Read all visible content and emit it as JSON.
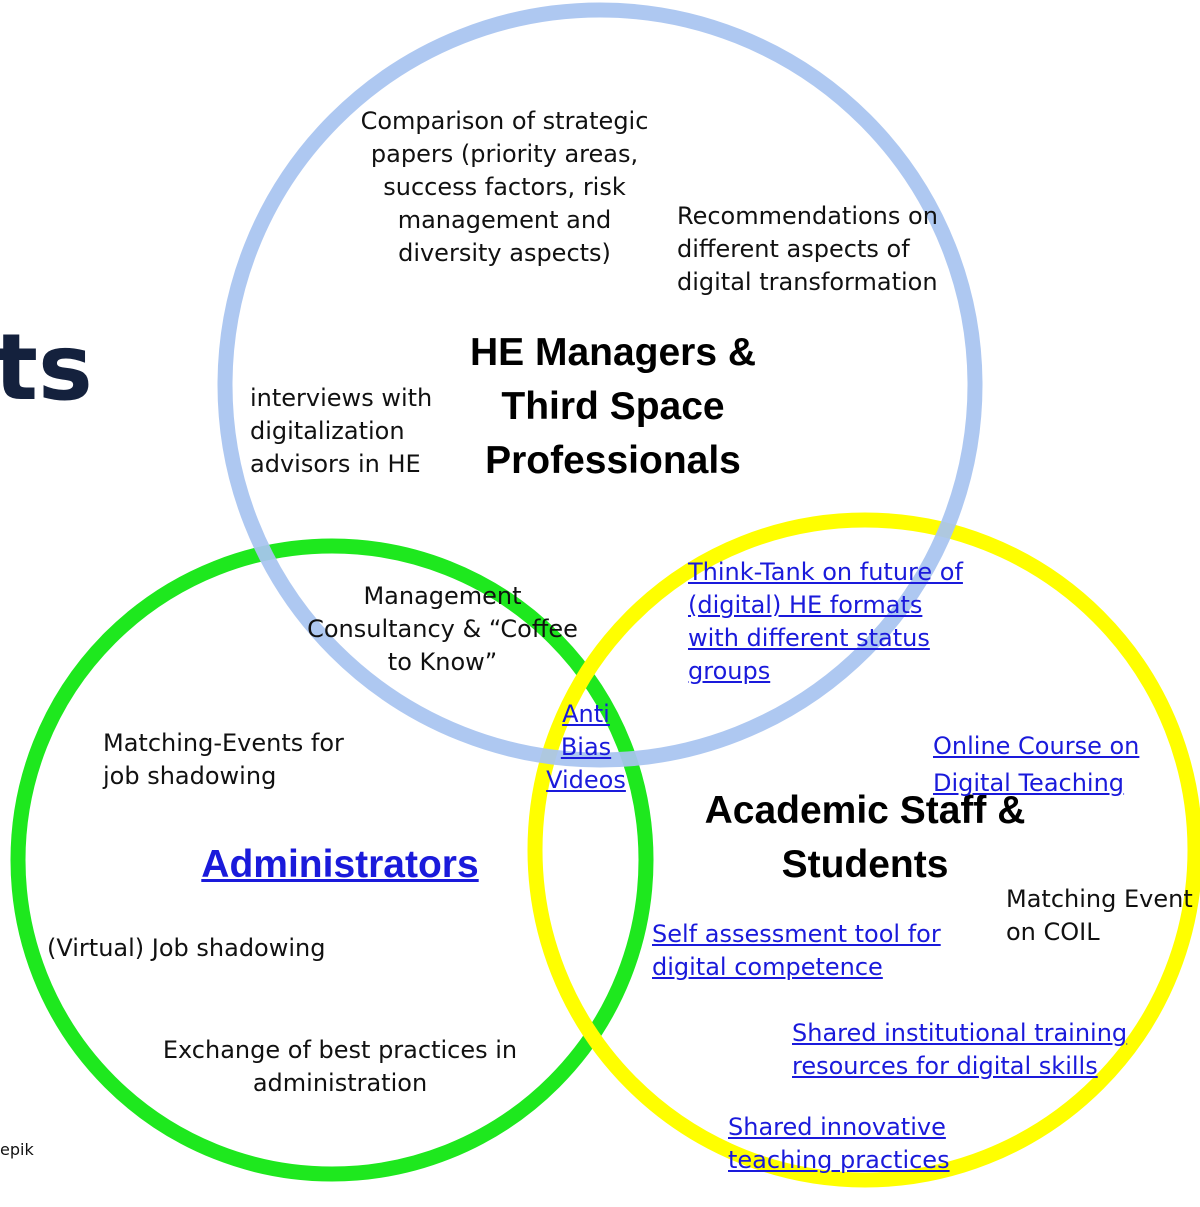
{
  "slide": {
    "heading_fragment": "ts",
    "credit_fragment": "epik"
  },
  "colors": {
    "top_circle": "#a8c4f0",
    "left_circle": "#1ee81e",
    "right_circle": "#ffff00",
    "link": "#1a1adb"
  },
  "groups": {
    "top": "HE Managers & Third Space Professionals",
    "left": "Administrators",
    "right": "Academic Staff & Students"
  },
  "items": {
    "comparison": "Comparison of strategic papers (priority areas, success factors, risk management and diversity aspects)",
    "recommendations": "Recommendations on different aspects of digital transformation",
    "interviews": "interviews with digitalization advisors in HE",
    "consultancy": "Management Consultancy & “Coffee to Know”",
    "think_tank": "Think-Tank on future of (digital) HE formats with different status groups",
    "anti_bias": "Anti Bias Videos",
    "online_course": "Online Course on Digital Teaching",
    "matching_coil": "Matching Event on COIL",
    "self_assessment": "Self assessment tool for digital competence",
    "shared_training": "Shared institutional training resources for digital skills",
    "shared_teaching": "Shared innovative teaching practices",
    "matching_events": "Matching-Events for job shadowing",
    "virtual_shadowing": "(Virtual) Job shadowing",
    "exchange": "Exchange of best practices in administration"
  }
}
